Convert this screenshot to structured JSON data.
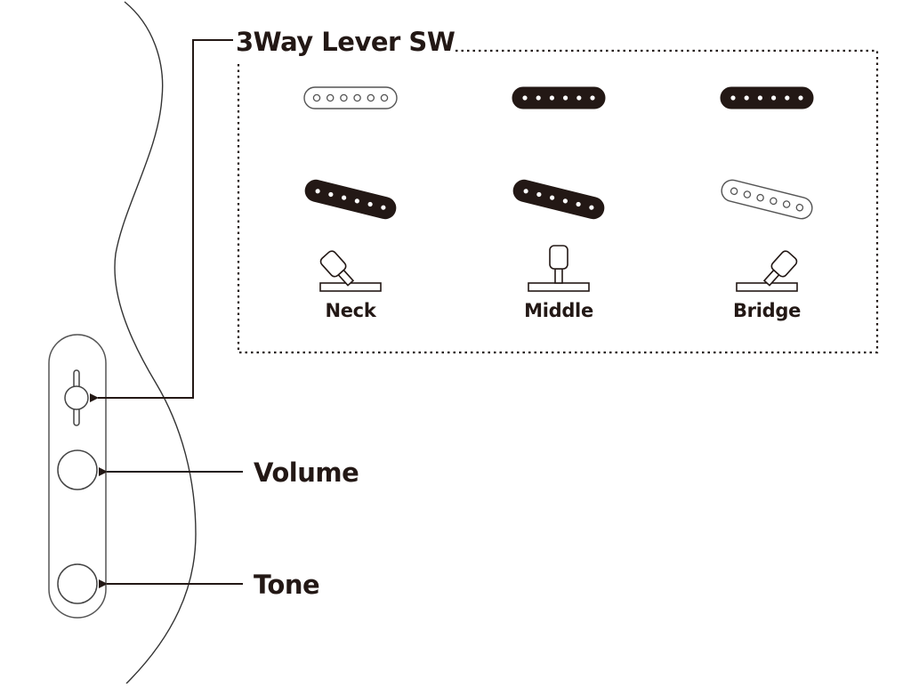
{
  "title": "3Way Lever SW",
  "colors": {
    "ink": "#231815",
    "outline": "#555555",
    "background": "#ffffff"
  },
  "controls": [
    {
      "id": "lever-switch",
      "label": "3Way Lever SW",
      "icon": "lever-switch-icon"
    },
    {
      "id": "volume",
      "label": "Volume",
      "icon": "knob-icon"
    },
    {
      "id": "tone",
      "label": "Tone",
      "icon": "knob-icon"
    }
  ],
  "positions": [
    {
      "label": "Neck",
      "pickups": {
        "neck": "inactive",
        "bridge": "active"
      },
      "lever": "tilted-left"
    },
    {
      "label": "Middle",
      "pickups": {
        "neck": "active",
        "bridge": "active"
      },
      "lever": "upright"
    },
    {
      "label": "Bridge",
      "pickups": {
        "neck": "active",
        "bridge": "inactive"
      },
      "lever": "tilted-right"
    }
  ],
  "pole_pieces_per_pickup": 6
}
